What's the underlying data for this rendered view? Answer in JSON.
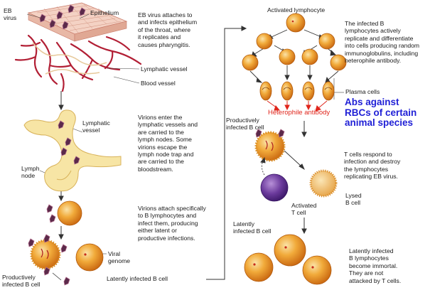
{
  "labels": {
    "eb_virus": "EB\nvirus",
    "epithelium": "Epithelium",
    "lymphatic_vessel_top": "Lymphatic vessel",
    "blood_vessel": "Blood vessel",
    "lymphatic_vessel_mid": "Lymphatic\nvessel",
    "lymph_node": "Lymph\nnode",
    "viral_genome": "Viral\ngenome",
    "productively_infected_bl": "Productively\ninfected B cell",
    "latently_infected_bottom": "Latently infected B cell",
    "activated_lymphocyte": "Activated lymphocyte",
    "plasma_cells": "Plasma cells",
    "heterophile_antibody": "Heterophile antibody",
    "productively_infected_mid": "Productively\ninfected B cell",
    "activated_t_cell": "Activated\nT cell",
    "lysed_b_cell": "Lysed\nB cell",
    "latently_infected_right": "Latently\ninfected B cell"
  },
  "descriptions": {
    "step1": "EB virus attaches to\nand infects epithelium\nof the throat, where\nit replicates and\ncauses pharyngitis.",
    "step2": "Virions enter the\nlymphatic vessels and\nare carried to the\nlymph nodes. Some\nvirions escape the\nlymph node trap and\nare carried to the\nbloodstream.",
    "step3": "Virions attach specifically\nto B lymphocytes and\ninfect them, producing\neither latent or\nproductive infections.",
    "step4": "The infected B\nlymphocytes actively\nreplicate and differentiate\ninto cells producing random\nimmunoglobulins, including\nheterophile antibody.",
    "step5": "T cells respond to\ninfection and destroy\nthe lymphocytes\nreplicating EB virus.",
    "step6": "Latently infected\nB lymphocytes\nbecome immortal.\nThey are not\nattacked by T cells."
  },
  "annotation": "Abs against\nRBCs of  certain\nanimal species",
  "colors": {
    "cell_fill": "#e8951f",
    "cell_light": "#f9d48a",
    "vessel_red": "#b21f35",
    "lymph_yellow": "#f7e5a5",
    "t_cell_purple": "#5a2e8c",
    "annotation_blue": "#1f1fd6",
    "antibody_red": "#e0251b"
  }
}
